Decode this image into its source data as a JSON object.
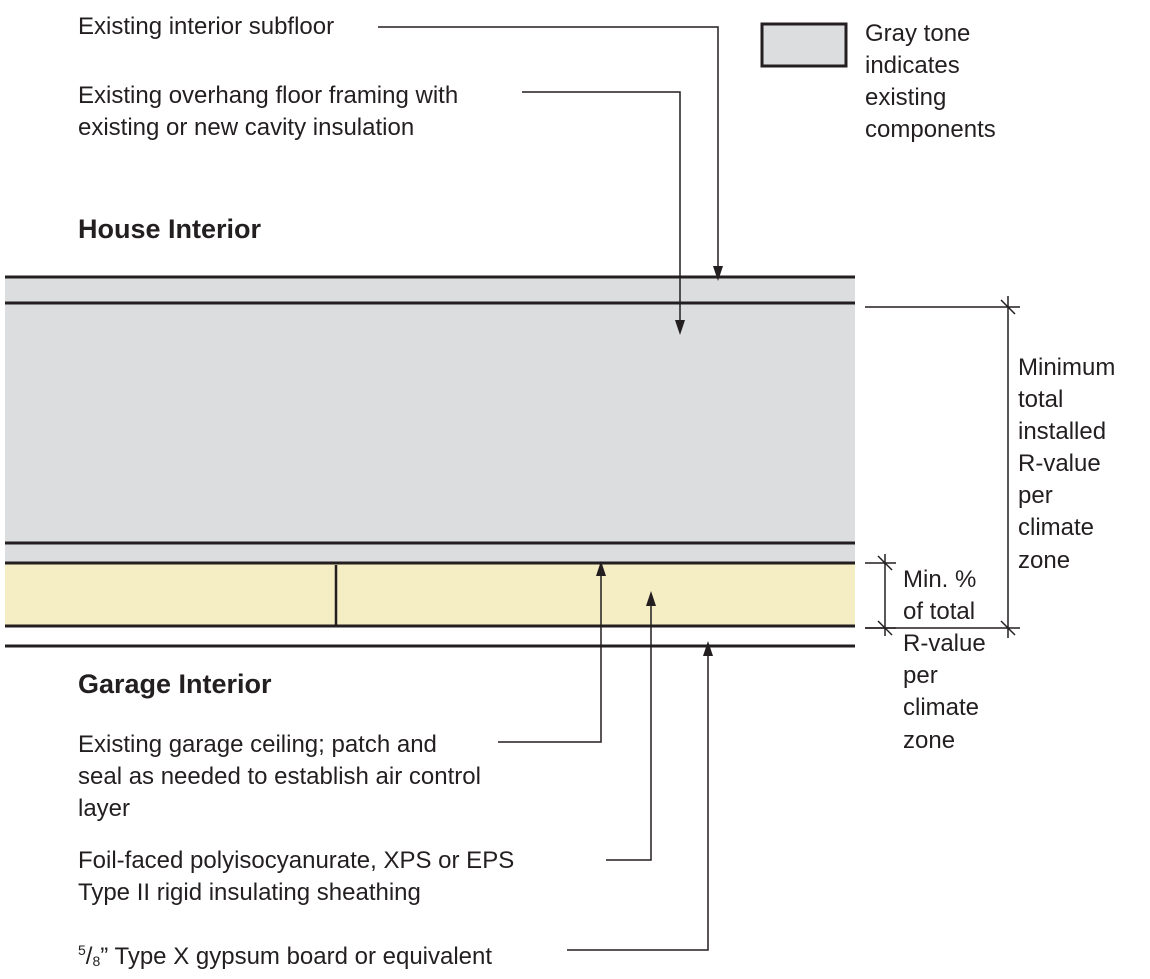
{
  "legend": {
    "lines": [
      "Gray tone",
      "indicates",
      "existing",
      "components"
    ],
    "swatch_color": "#dcdddf"
  },
  "headings": {
    "house_interior": "House Interior",
    "garage_interior": "Garage Interior"
  },
  "callouts": {
    "subfloor": [
      "Existing interior subfloor"
    ],
    "floor_framing": [
      "Existing overhang floor framing with",
      "existing or new cavity insulation"
    ],
    "garage_ceiling": [
      "Existing garage ceiling; patch and",
      "seal as needed to establish air control",
      "layer"
    ],
    "rigid_insulation": [
      "Foil-faced polyisocyanurate, XPS or EPS",
      "Type II rigid insulating sheathing"
    ],
    "gypsum": {
      "numerator": "5",
      "slash": "/",
      "denominator": "8",
      "text": "” Type X gypsum board or equivalent"
    }
  },
  "dimensions": {
    "total_r_value": [
      "Minimum",
      "total",
      "installed",
      "R-value",
      "per",
      "climate",
      "zone"
    ],
    "min_percent": [
      "Min. %",
      "of total",
      "R-value",
      "per",
      "climate",
      "zone"
    ]
  },
  "colors": {
    "existing_gray": "#dcdddf",
    "rigid_insulation": "#f5edc4",
    "line": "#231f20"
  }
}
